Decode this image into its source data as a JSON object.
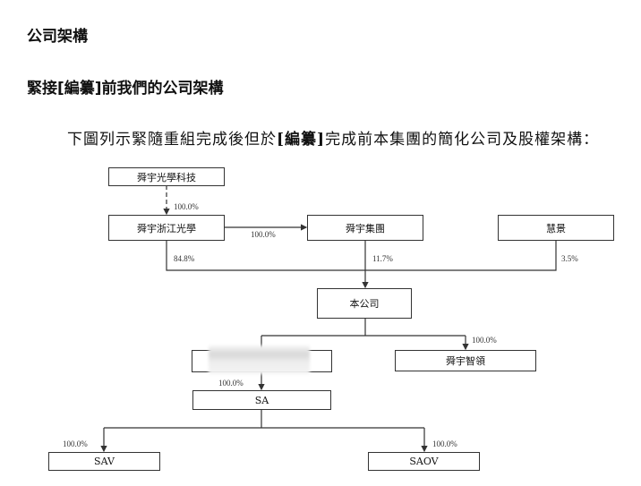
{
  "heading1": "公司架構",
  "heading2": "緊接[編纂]前我們的公司架構",
  "intro": {
    "before": "下圖列示緊隨重組完成後但於",
    "bold": "[編纂]",
    "after": "完成前本集團的簡化公司及股權架構："
  },
  "entities": {
    "sunny_optical_tech": "舜宇光學科技",
    "sunny_zhejiang": "舜宇浙江光學",
    "sunny_group": "舜宇集團",
    "huijing": "慧景",
    "company": "本公司",
    "redacted": "",
    "sunny_zhiling": "舜宇智領",
    "sa": "SA",
    "sav": "SAV",
    "saov": "SAOV"
  },
  "percentages": {
    "tech_to_zhejiang": "100.0%",
    "zhejiang_to_group": "100.0%",
    "zhejiang_to_company": "84.8%",
    "group_to_company": "11.7%",
    "huijing_to_company": "3.5%",
    "company_to_zhiling": "100.0%",
    "redacted_to_sa": "100.0%",
    "sa_to_sav": "100.0%",
    "sa_to_saov": "100.0%"
  }
}
